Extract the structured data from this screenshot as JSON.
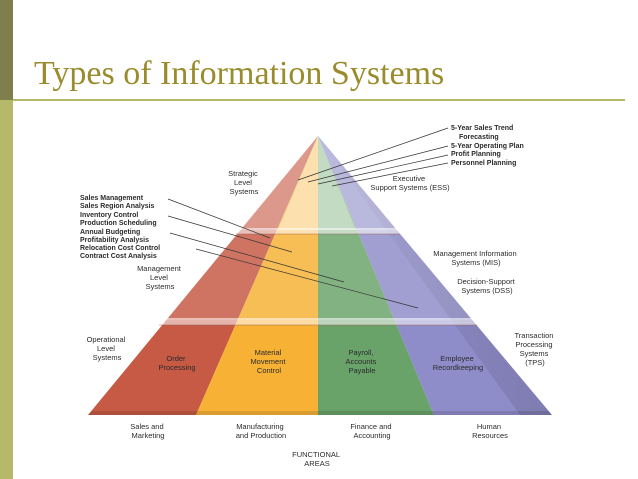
{
  "slide": {
    "title": "Types of Information Systems",
    "colors": {
      "title": "#9a8c2c",
      "sidebar_dark": "#7f7f4d",
      "sidebar_light": "#b6b86a"
    }
  },
  "pyramid": {
    "columns": [
      {
        "name": "Sales and Marketing",
        "lines": [
          "Sales and",
          "Marketing"
        ],
        "color": "#c65a45",
        "operational_cell": [
          "Order",
          "Processing"
        ]
      },
      {
        "name": "Manufacturing and Production",
        "lines": [
          "Manufacturing",
          "and Production"
        ],
        "color": "#f7b236",
        "operational_cell": [
          "Material",
          "Movement",
          "Control"
        ]
      },
      {
        "name": "Finance and Accounting",
        "lines": [
          "Finance and",
          "Accounting"
        ],
        "color": "#6aa36a",
        "operational_cell": [
          "Payroll,",
          "Accounts",
          "Payable"
        ]
      },
      {
        "name": "Human Resources",
        "lines": [
          "Human",
          "Resources"
        ],
        "color": "#8f8dc9",
        "operational_cell": [
          "Employee",
          "Recordkeeping"
        ]
      }
    ],
    "axis_label": [
      "FUNCTIONAL",
      "AREAS"
    ],
    "levels": {
      "strategic": [
        "Strategic",
        "Level",
        "Systems"
      ],
      "management": [
        "Management",
        "Level",
        "Systems"
      ],
      "operational": [
        "Operational",
        "Level",
        "Systems"
      ]
    },
    "left_callouts": [
      "Sales Management",
      "Sales Region Analysis",
      "Inventory Control",
      "Production Scheduling",
      "Annual Budgeting",
      "Profitability Analysis",
      "Relocation Cost Control",
      "Contract Cost Analysis"
    ],
    "right_callouts": [
      "5-Year Sales Trend",
      "Forecasting",
      "5-Year Operating Plan",
      "Profit Planning",
      "Personnel Planning"
    ],
    "system_types": {
      "ess": [
        "Executive",
        "Support Systems (ESS)"
      ],
      "mis": [
        "Management Information",
        "Systems (MIS)"
      ],
      "dss": [
        "Decision-Support",
        "Systems (DSS)"
      ],
      "tps": [
        "Transaction",
        "Processing",
        "Systems",
        "(TPS)"
      ]
    }
  }
}
